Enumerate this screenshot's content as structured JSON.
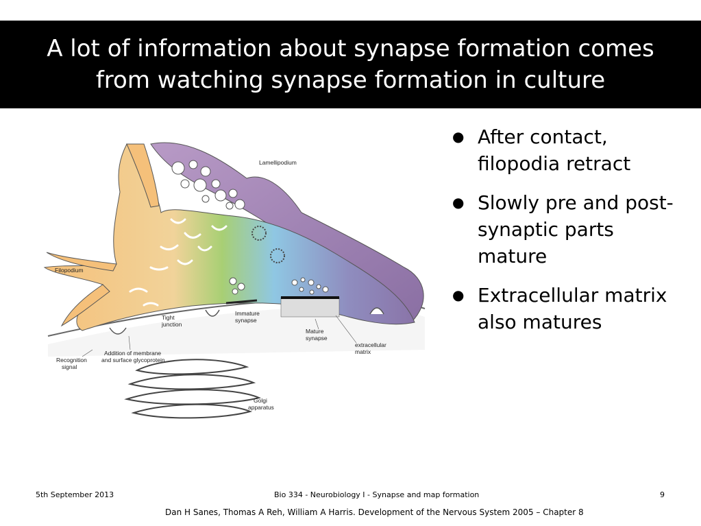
{
  "slide": {
    "title_lines": [
      "A lot of information about synapse formation comes",
      "from watching synapse formation in culture"
    ],
    "bullet_symbol": "●",
    "bullets": [
      "After contact, filopodia retract",
      "Slowly pre and post-synaptic parts mature",
      "Extracellular matrix also matures"
    ]
  },
  "figure": {
    "labels": {
      "lamellipodium": "Lamellipodium",
      "filopodium": "Filopodium",
      "tight_junction_1": "Tight",
      "tight_junction_2": "junction",
      "immature_synapse_1": "Immature",
      "immature_synapse_2": "synapse",
      "mature_synapse_1": "Mature",
      "mature_synapse_2": "synapse",
      "extracellular_matrix_1": "extracellular",
      "extracellular_matrix_2": "matrix",
      "recognition_signal_1": "Recognition",
      "recognition_signal_2": "signal",
      "addition_1": "Addition of membrane",
      "addition_2": "and surface glycoprotein",
      "golgi_1": "Golgi",
      "golgi_2": "apparatus"
    },
    "colors": {
      "axon_orange": "#f5c07a",
      "growth_cone_green": "#a8cf74",
      "membrane_blue": "#8fc7e3",
      "lamellipodium_purple": "#9a7bb0"
    }
  },
  "footer": {
    "date": "5th September 2013",
    "course": "Bio 334 - Neurobiology I - Synapse and map formation",
    "page": "9",
    "citation": "Dan H Sanes, Thomas A Reh, William A Harris. Development of the Nervous System 2005 – Chapter 8"
  }
}
